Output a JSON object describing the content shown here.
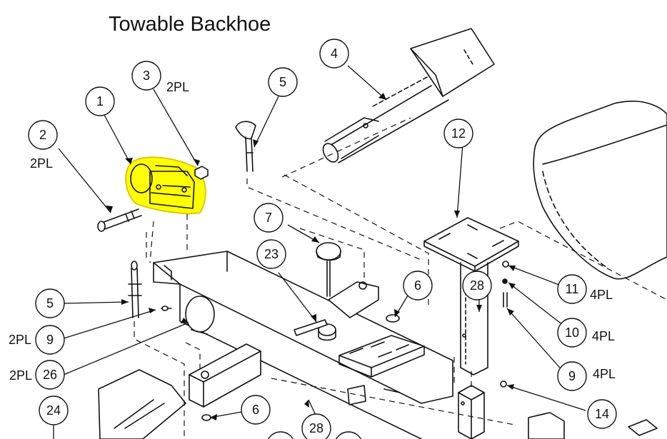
{
  "title": "Towable Backhoe",
  "colors": {
    "highlight": "#ffff00",
    "highlight_stroke": "#d8c800",
    "line": "#111111",
    "background": "#ffffff"
  },
  "callouts": [
    {
      "id": "c1",
      "label": "1"
    },
    {
      "id": "c2",
      "label": "2",
      "qty": "2PL"
    },
    {
      "id": "c3",
      "label": "3",
      "qty": "2PL"
    },
    {
      "id": "c4",
      "label": "4"
    },
    {
      "id": "c5a",
      "label": "5"
    },
    {
      "id": "c5b",
      "label": "5"
    },
    {
      "id": "c6a",
      "label": "6"
    },
    {
      "id": "c6b",
      "label": "6"
    },
    {
      "id": "c7",
      "label": "7"
    },
    {
      "id": "c9a",
      "label": "9",
      "qty": "2PL"
    },
    {
      "id": "c9b",
      "label": "9",
      "qty": "4PL"
    },
    {
      "id": "c10",
      "label": "10",
      "qty": "4PL"
    },
    {
      "id": "c11",
      "label": "11",
      "qty": "4PL"
    },
    {
      "id": "c12",
      "label": "12"
    },
    {
      "id": "c14",
      "label": "14"
    },
    {
      "id": "c23",
      "label": "23"
    },
    {
      "id": "c24",
      "label": "24"
    },
    {
      "id": "c26",
      "label": "26",
      "qty": "2PL"
    },
    {
      "id": "c28a",
      "label": "28"
    },
    {
      "id": "c28b",
      "label": "28"
    }
  ]
}
